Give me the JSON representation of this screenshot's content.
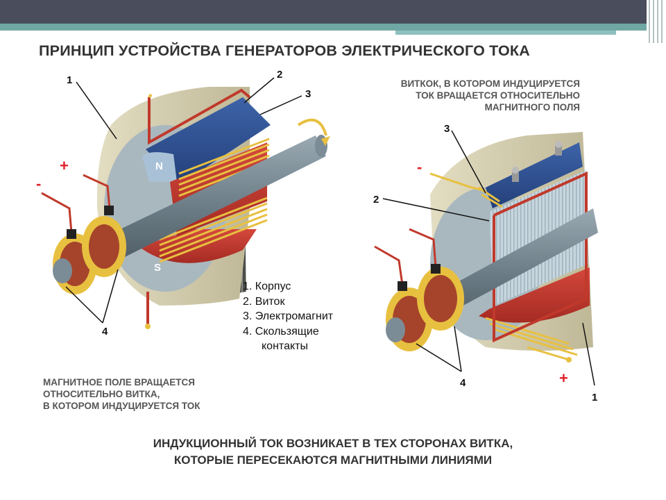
{
  "title": "ПРИНЦИП УСТРОЙСТВА ГЕНЕРАТОРОВ ЭЛЕКТРИЧЕСКОГО ТОКА",
  "caption_right": [
    "ВИТКОК, В КОТОРОМ ИНДУЦИРУЕТСЯ",
    "ТОК ВРАЩАЕТСЯ ОТНОСИТЕЛЬНО",
    "МАГНИТНОГО ПОЛЯ"
  ],
  "caption_left": [
    "МАГНИТНОЕ ПОЛЕ ВРАЩАЕТСЯ",
    "ОТНОСИТЕЛЬНО ВИТКА,",
    "В КОТОРОМ ИНДУЦИРУЕТСЯ ТОК"
  ],
  "legend": [
    "1. Корпус",
    "2. Виток",
    "3. Электромагнит",
    "4. Скользящие",
    "контакты"
  ],
  "bottom": [
    "ИНДУКЦИОННЫЙ ТОК ВОЗНИКАЕТ В ТЕХ СТОРОНАХ ВИТКА,",
    "КОТОРЫЕ ПЕРЕСЕКАЮТСЯ МАГНИТНЫМИ ЛИНИЯМИ"
  ],
  "labels": {
    "left_1": "1",
    "left_2": "2",
    "left_3": "3",
    "left_4": "4",
    "right_1": "1",
    "right_2": "2",
    "right_3": "3",
    "right_4": "4",
    "plus": "+",
    "minus": "-",
    "north": "N",
    "south": "S"
  },
  "colors": {
    "housing": "#d8d2b4",
    "housing_inner": "#a9b8bf",
    "magnet_blue": "#2e4c8c",
    "magnet_red": "#c8382f",
    "coil": "#e8c040",
    "shaft": "#6b7c86",
    "ring": "#a5442b",
    "wire": "#c0392b",
    "accent": "#e0202a"
  }
}
